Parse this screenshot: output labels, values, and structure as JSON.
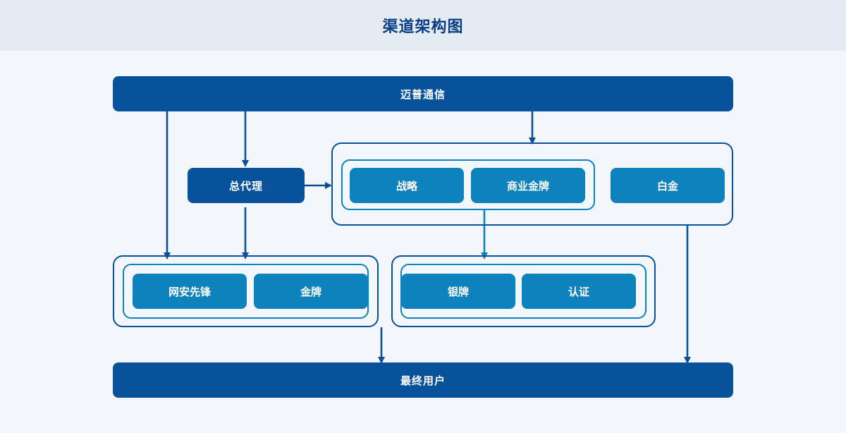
{
  "header": {
    "title": "渠道架构图"
  },
  "diagram": {
    "type": "org-hierarchy",
    "top": {
      "label": "迈普通信",
      "color": "#07529a"
    },
    "master_agent": {
      "label": "总代理",
      "color": "#07529a"
    },
    "bottom": {
      "label": "最终用户",
      "color": "#07529a"
    },
    "upper_group": {
      "inner_tiles": [
        {
          "label": "战略",
          "color": "#0e82bc"
        },
        {
          "label": "商业金牌",
          "color": "#0e82bc"
        }
      ],
      "outer_tiles": [
        {
          "label": "白金",
          "color": "#0e82bc"
        }
      ]
    },
    "lower_left_group": {
      "tiles": [
        {
          "label": "网安先锋",
          "color": "#0e82bc"
        },
        {
          "label": "金牌",
          "color": "#0e82bc"
        }
      ]
    },
    "lower_right_group": {
      "tiles": [
        {
          "label": "银牌",
          "color": "#0e82bc"
        },
        {
          "label": "认证",
          "color": "#0e82bc"
        }
      ]
    },
    "colors": {
      "dark_blue": "#07529a",
      "teal_blue": "#0e82bc",
      "header_bg": "#e4ebf3",
      "canvas_bg": "#f3f6fa",
      "title_text": "#0b3e82"
    }
  }
}
